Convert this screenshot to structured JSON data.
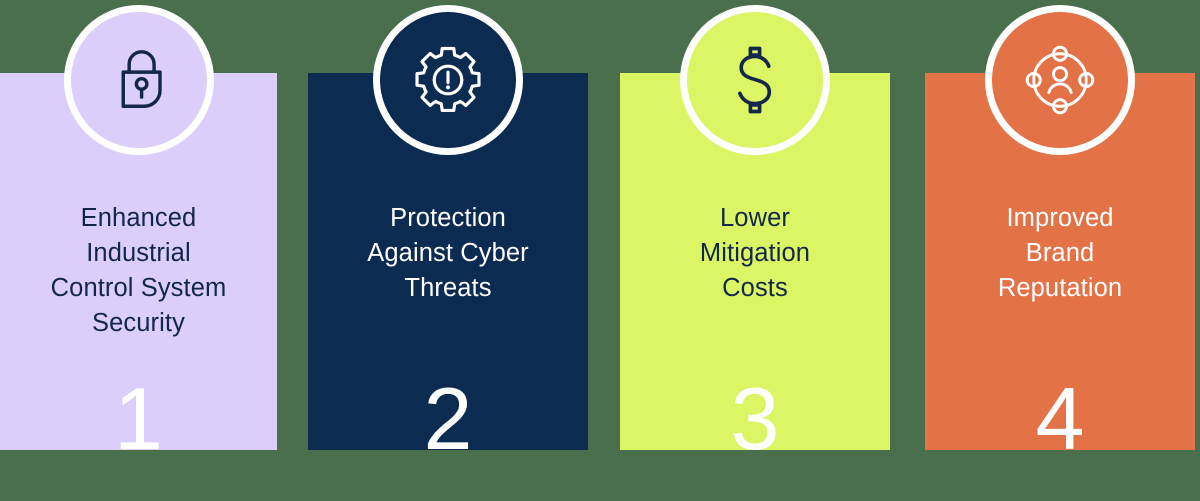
{
  "background_color": "#4A6F4C",
  "cards": [
    {
      "number": "1",
      "title": "Enhanced\nIndustrial\nControl System\nSecurity",
      "icon": "lock-icon",
      "bg_color": "#DCCEFA",
      "text_color": "#14264A",
      "icon_color": "#14264A",
      "ring_color": "#FFFFFF"
    },
    {
      "number": "2",
      "title": "Protection\nAgainst Cyber\nThreats",
      "icon": "gear-alert-icon",
      "bg_color": "#0C2B51",
      "text_color": "#FFFFFF",
      "icon_color": "#FFFFFF",
      "ring_color": "#FFFFFF"
    },
    {
      "number": "3",
      "title": "Lower\nMitigation\nCosts",
      "icon": "dollar-sign-icon",
      "bg_color": "#DCF564",
      "text_color": "#14264A",
      "icon_color": "#14264A",
      "ring_color": "#FFFFFF"
    },
    {
      "number": "4",
      "title": "Improved\nBrand\nReputation",
      "icon": "user-network-icon",
      "bg_color": "#E37247",
      "text_color": "#FFFFFF",
      "icon_color": "#FFFFFF",
      "ring_color": "#FFFFFF"
    }
  ]
}
